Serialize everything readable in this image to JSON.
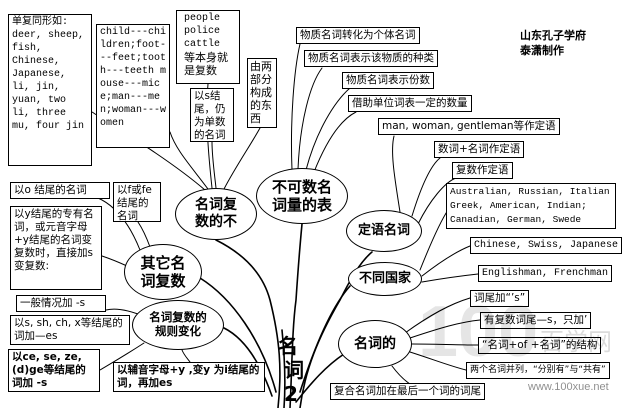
{
  "credit": {
    "school": "山东孔子学府",
    "author": "泰潇制作"
  },
  "center": {
    "line1": "名",
    "line2": "词2"
  },
  "ovals": {
    "irregular": [
      "名词复",
      "数的不"
    ],
    "uncountable": [
      "不可数名",
      "词量的表"
    ],
    "other_plural": [
      "其它名",
      "词复数"
    ],
    "regular": [
      "名词复数的",
      "规则变化"
    ],
    "attributive": [
      "定语名词"
    ],
    "nationality": [
      "不同国家"
    ],
    "possessive": [
      "名词的"
    ]
  },
  "irregular_boxes": {
    "same_form": "单复同形如: deer, sheep, fish, Chinese, Japanese, li, jin, yuan, two li, three mu, four jin",
    "vowel_change": "child---children;foot---feet;tooth---teeth mouse---mice;man---men;woman---women",
    "plural_only": {
      "words": "people police cattle",
      "note": "等本身就是复数"
    },
    "s_singular": "以s结尾，仍为单数的名词",
    "two_parts": "由两部分构成的东西"
  },
  "uncountable_boxes": [
    "物质名词转化为个体名词",
    "物质名词表示该物质的种类",
    "物质名词表示份数",
    "借助单位词表一定的数量"
  ],
  "attributive_boxes": [
    "man, woman, gentleman等作定语",
    "数词+名词作定语",
    "复数作定语"
  ],
  "nationality_boxes": [
    "Australian, Russian, Italian Greek, American, Indian; Canadian, German, Swede",
    "Chinese, Swiss, Japanese",
    "Englishman, Frenchman"
  ],
  "possessive_boxes": [
    "词尾加“’s”",
    "有复数词尾—s，只加’",
    "“名词+of +名词”的结构",
    "两个名词并列，“分别有”与“共有”",
    "复合名词加在最后一个词的词尾"
  ],
  "other_plural_boxes": [
    "以o 结尾的名词",
    "以f或fe结尾的名词",
    "以y结尾的专有名词，或元音字母+y结尾的名词变复数时，直接加s变复数:"
  ],
  "regular_boxes": [
    "一般情况加 -s",
    "以s, sh, ch, x等结尾的词加—es",
    "以ce, se, ze,(d)ge等结尾的词加 -s",
    "以辅音字母+y ,变y 为i结尾的词，再加es"
  ],
  "watermark": {
    "mark": "100",
    "site": "百学网",
    "url": "www.100xue.net"
  }
}
